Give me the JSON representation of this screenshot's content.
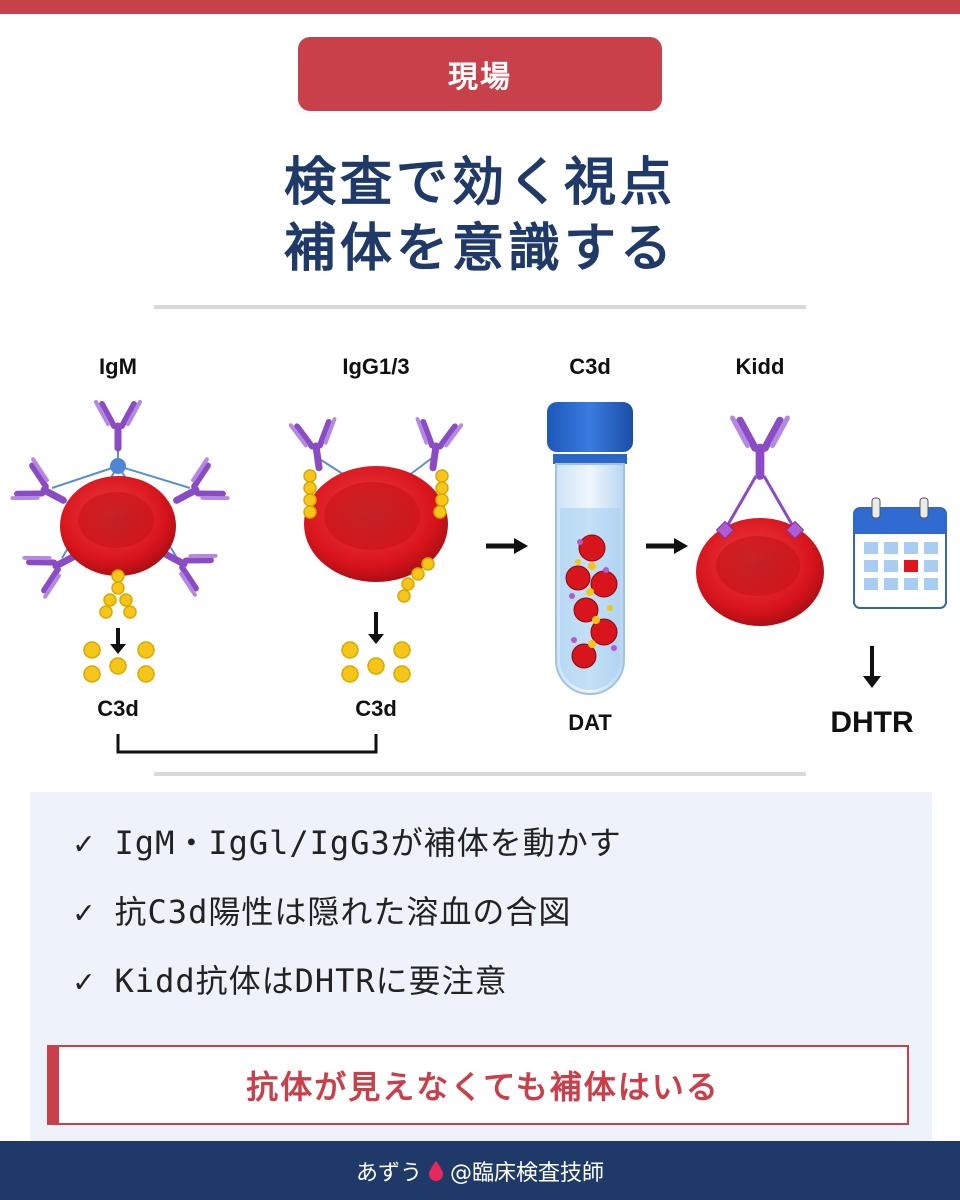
{
  "header": {
    "badge": "現場",
    "title_line1": "検査で効く視点",
    "title_line2": "補体を意識する"
  },
  "diagram": {
    "igm_label": "IgM",
    "igm_c3d_label": "C3d",
    "igg_label": "IgG1/3",
    "igg_c3d_label": "C3d",
    "tube_top_label": "C3d",
    "tube_bottom_label": "DAT",
    "kidd_label": "Kidd",
    "dhtr_label": "DHTR"
  },
  "colors": {
    "accent_red": "#c8404a",
    "navy": "#1f3a68",
    "antibody_purple": "#8a4bc4",
    "complement_yellow": "#f2c200",
    "rbc_red": "#d8141c"
  },
  "points": [
    {
      "icon": "checkmark-icon",
      "text": "✓ IgM・IgGl/IgG3が補体を動かす"
    },
    {
      "icon": "checkmark-icon",
      "text": "✓ 抗C3d陽性は隠れた溶血の合図"
    },
    {
      "icon": "checkmark-icon",
      "text": "✓ Kidd抗体はDHTRに要注意"
    }
  ],
  "callout": "抗体が見えなくても補体はいる",
  "footer": {
    "text_before": "あずう",
    "icon": "blood-drop-icon",
    "text_after": "@臨床検査技師"
  }
}
